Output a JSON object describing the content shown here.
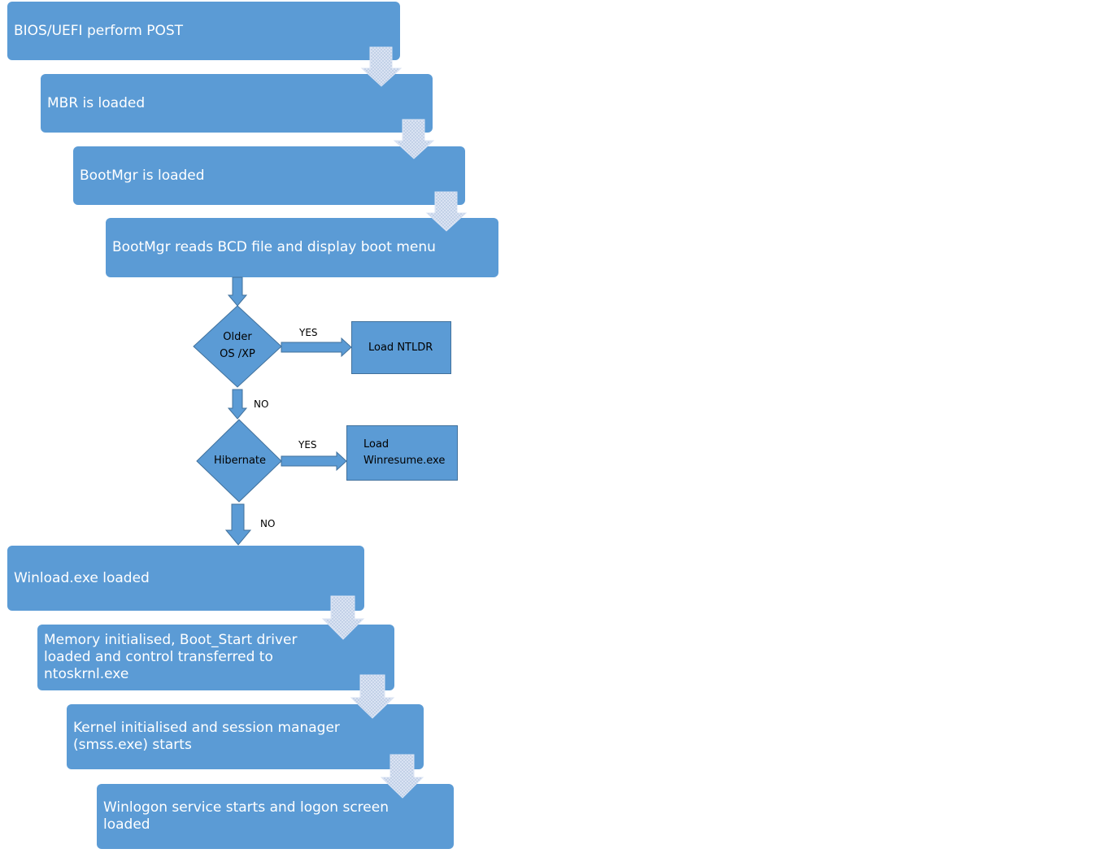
{
  "steps": {
    "s1": "BIOS/UEFI perform POST",
    "s2": "MBR is loaded",
    "s3": "BootMgr is loaded",
    "s4": "BootMgr reads BCD file and display boot menu",
    "s5": "Winload.exe loaded",
    "s6_l1": "Memory initialised, Boot_Start driver",
    "s6_l2": "loaded and control transferred to",
    "s6_l3": "ntoskrnl.exe",
    "s7_l1": "Kernel initialised and session manager",
    "s7_l2": "(smss.exe) starts",
    "s8_l1": "Winlogon service starts and logon screen",
    "s8_l2": "loaded"
  },
  "decisions": {
    "d1_l1": "Older",
    "d1_l2": "OS /XP",
    "d2": "Hibernate"
  },
  "results": {
    "r1": "Load NTLDR",
    "r2_l1": "Load",
    "r2_l2": "Winresume.exe"
  },
  "labels": {
    "yes1": "YES",
    "no1": "NO",
    "yes2": "YES",
    "no2": "NO"
  },
  "colors": {
    "box_fill": "#5b9bd5",
    "box_border": "#41719c",
    "arrow_fill": "#5b9bd5",
    "chevron_fill": "#dae3f3",
    "text_white": "#ffffff",
    "text_black": "#000000"
  }
}
